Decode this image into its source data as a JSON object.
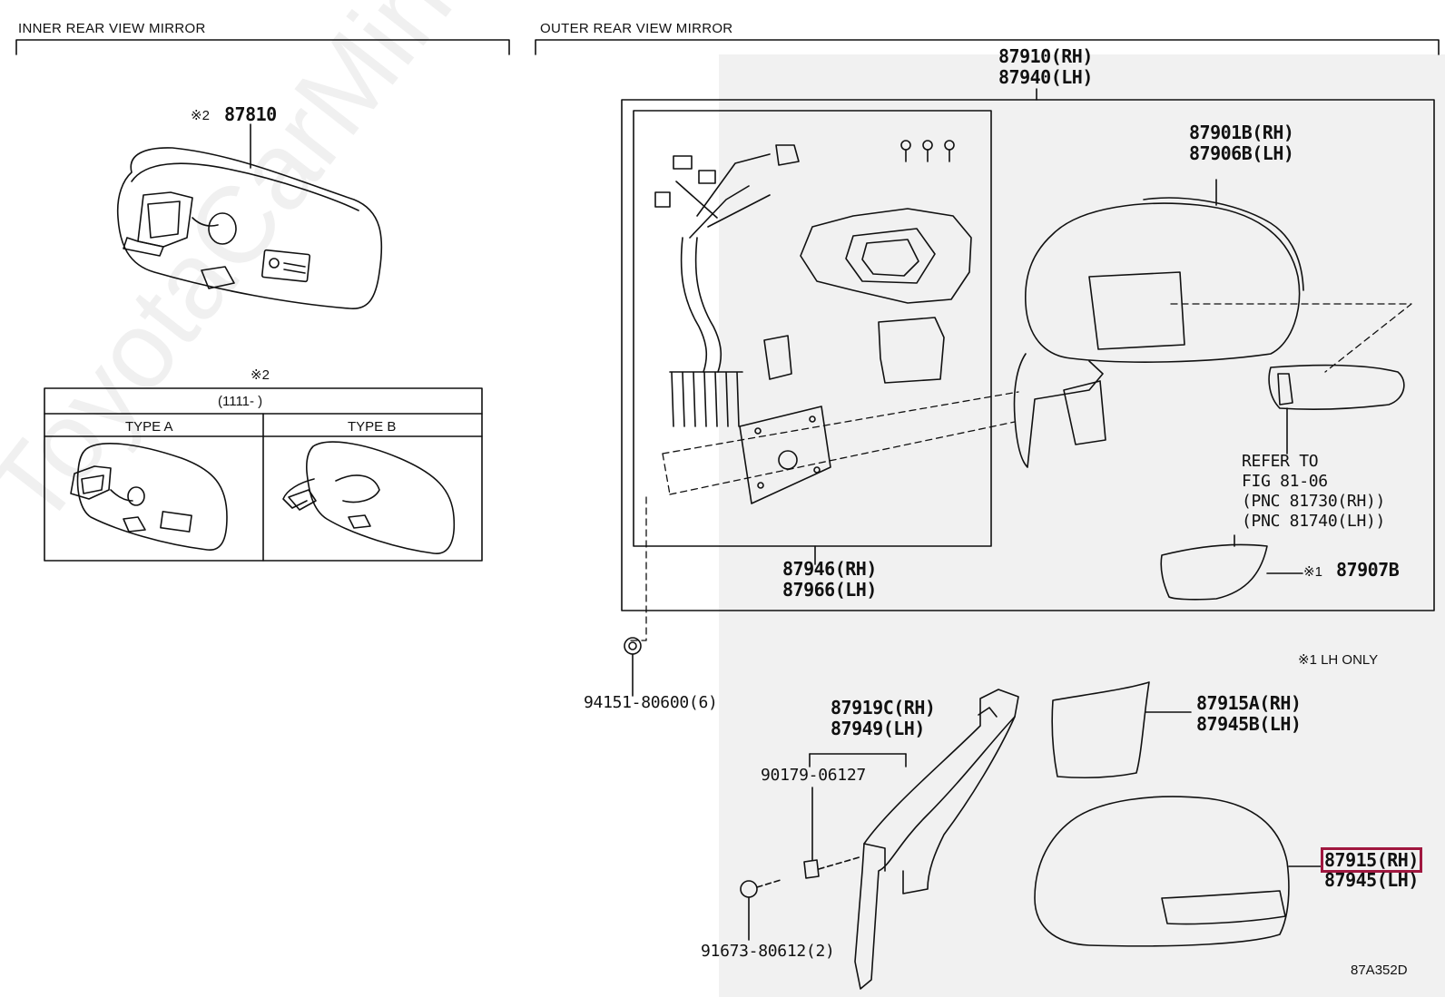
{
  "sections": {
    "inner": "INNER REAR VIEW MIRROR",
    "outer": "OUTER REAR VIEW MIRROR"
  },
  "inner_mirror": {
    "mark": "※2",
    "part": "87810",
    "table": {
      "mark": "※2",
      "date_range": "(1111-        )",
      "type_a": "TYPE A",
      "type_b": "TYPE B"
    }
  },
  "outer_mirror": {
    "assembly": [
      "87910(RH)",
      "87940(LH)"
    ],
    "body": [
      "87901B(RH)",
      "87906B(LH)"
    ],
    "wiring": [
      "87946(RH)",
      "87966(LH)"
    ],
    "refer": [
      "REFER TO",
      "FIG 81-06",
      "(PNC 81730(RH))",
      "(PNC 81740(LH))"
    ],
    "cover_mark": "※1",
    "cover_part": "87907B",
    "note": "※1 LH ONLY",
    "nut": "94151-80600(6)",
    "bracket": [
      "87919C(RH)",
      "87949(LH)"
    ],
    "clip": "90179-06127",
    "screw": "91673-80612(2)",
    "glass": [
      "87915A(RH)",
      "87945B(LH)"
    ],
    "cap": [
      "87915(RH)",
      "87945(LH)"
    ]
  },
  "figure_code": "87A352D",
  "watermark": "ToyotaCarMine.ru"
}
